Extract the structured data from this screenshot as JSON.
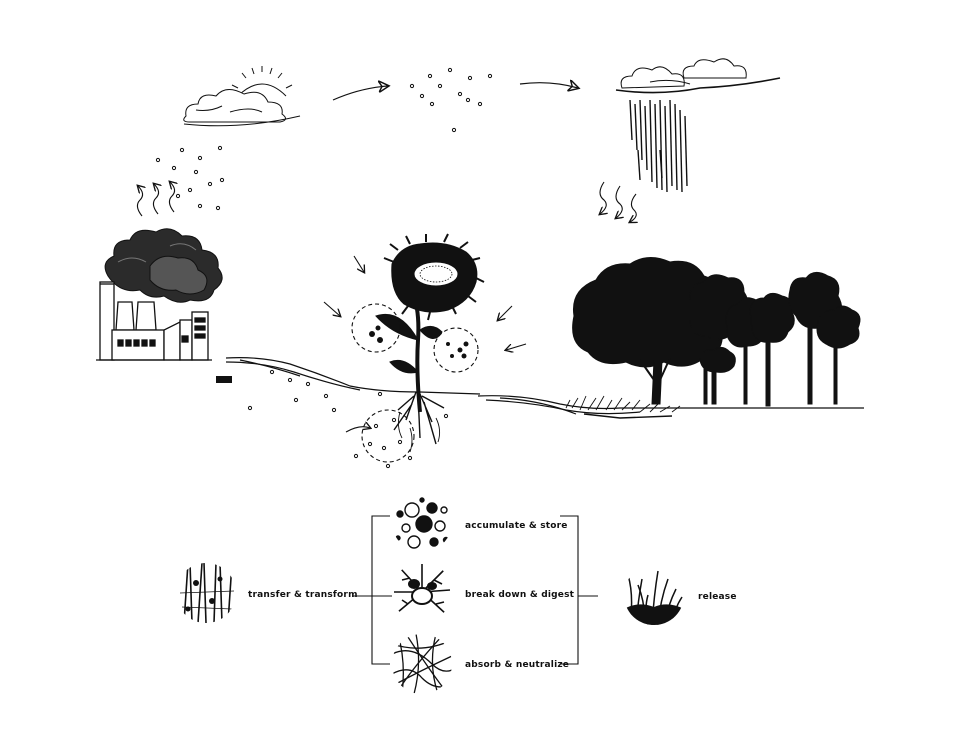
{
  "legend": {
    "transfer": "transfer & transform",
    "accumulate": "accumulate & store",
    "breakdown": "break down & digest",
    "absorb": "absorb & neutralize",
    "release": "release"
  },
  "icons": {
    "sun": "sun-icon",
    "cloud": "cloud-icon",
    "rain": "rain-icon",
    "factory": "factory-icon",
    "smoke": "smoke-icon",
    "sunflower": "sunflower-icon",
    "trees": "trees-icon",
    "arrow": "arrow-icon",
    "particles": "particles-icon"
  },
  "colors": {
    "ink": "#111111",
    "background": "#ffffff",
    "smoke_dark": "#2b2b2b",
    "smoke_mid": "#555555"
  }
}
